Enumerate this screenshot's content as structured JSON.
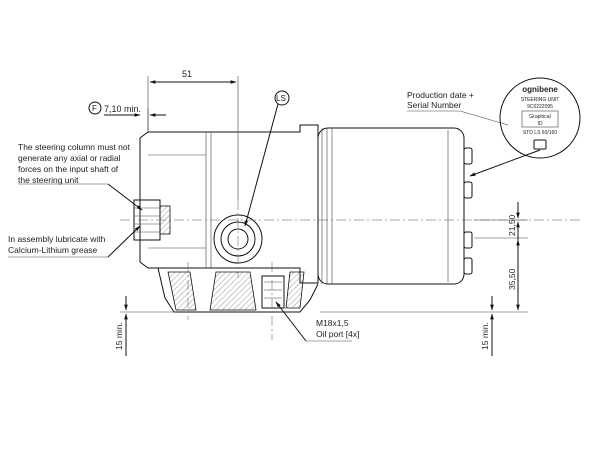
{
  "dimensions": {
    "top_width": "51",
    "offset_min": "7,10 min.",
    "offset_tag": "F",
    "right_upper": "21,50",
    "right_lower": "35,50",
    "bottom_left_min": "15 min.",
    "bottom_right_min": "15 min."
  },
  "callouts": {
    "ls_tag": "LS",
    "production_label": "Production date +\nSerial Number",
    "steering_note": "The steering column must not\ngenerate any axial or radial\nforces on the input shaft of\nthe steering unit",
    "lubricate_note": "In assembly lubricate with\nCalcium-Lithium grease",
    "oil_port": "M18x1,5\nOil port [4x]"
  },
  "badge": {
    "brand": "ognibene",
    "line1": "STEERING UNIT",
    "line2": "9C0222095",
    "box_line1": "Graphical",
    "box_line2": "ID",
    "model": "STD LS 60/160"
  },
  "colors": {
    "line": "#111111",
    "hatch": "#555555",
    "text": "#222222"
  }
}
